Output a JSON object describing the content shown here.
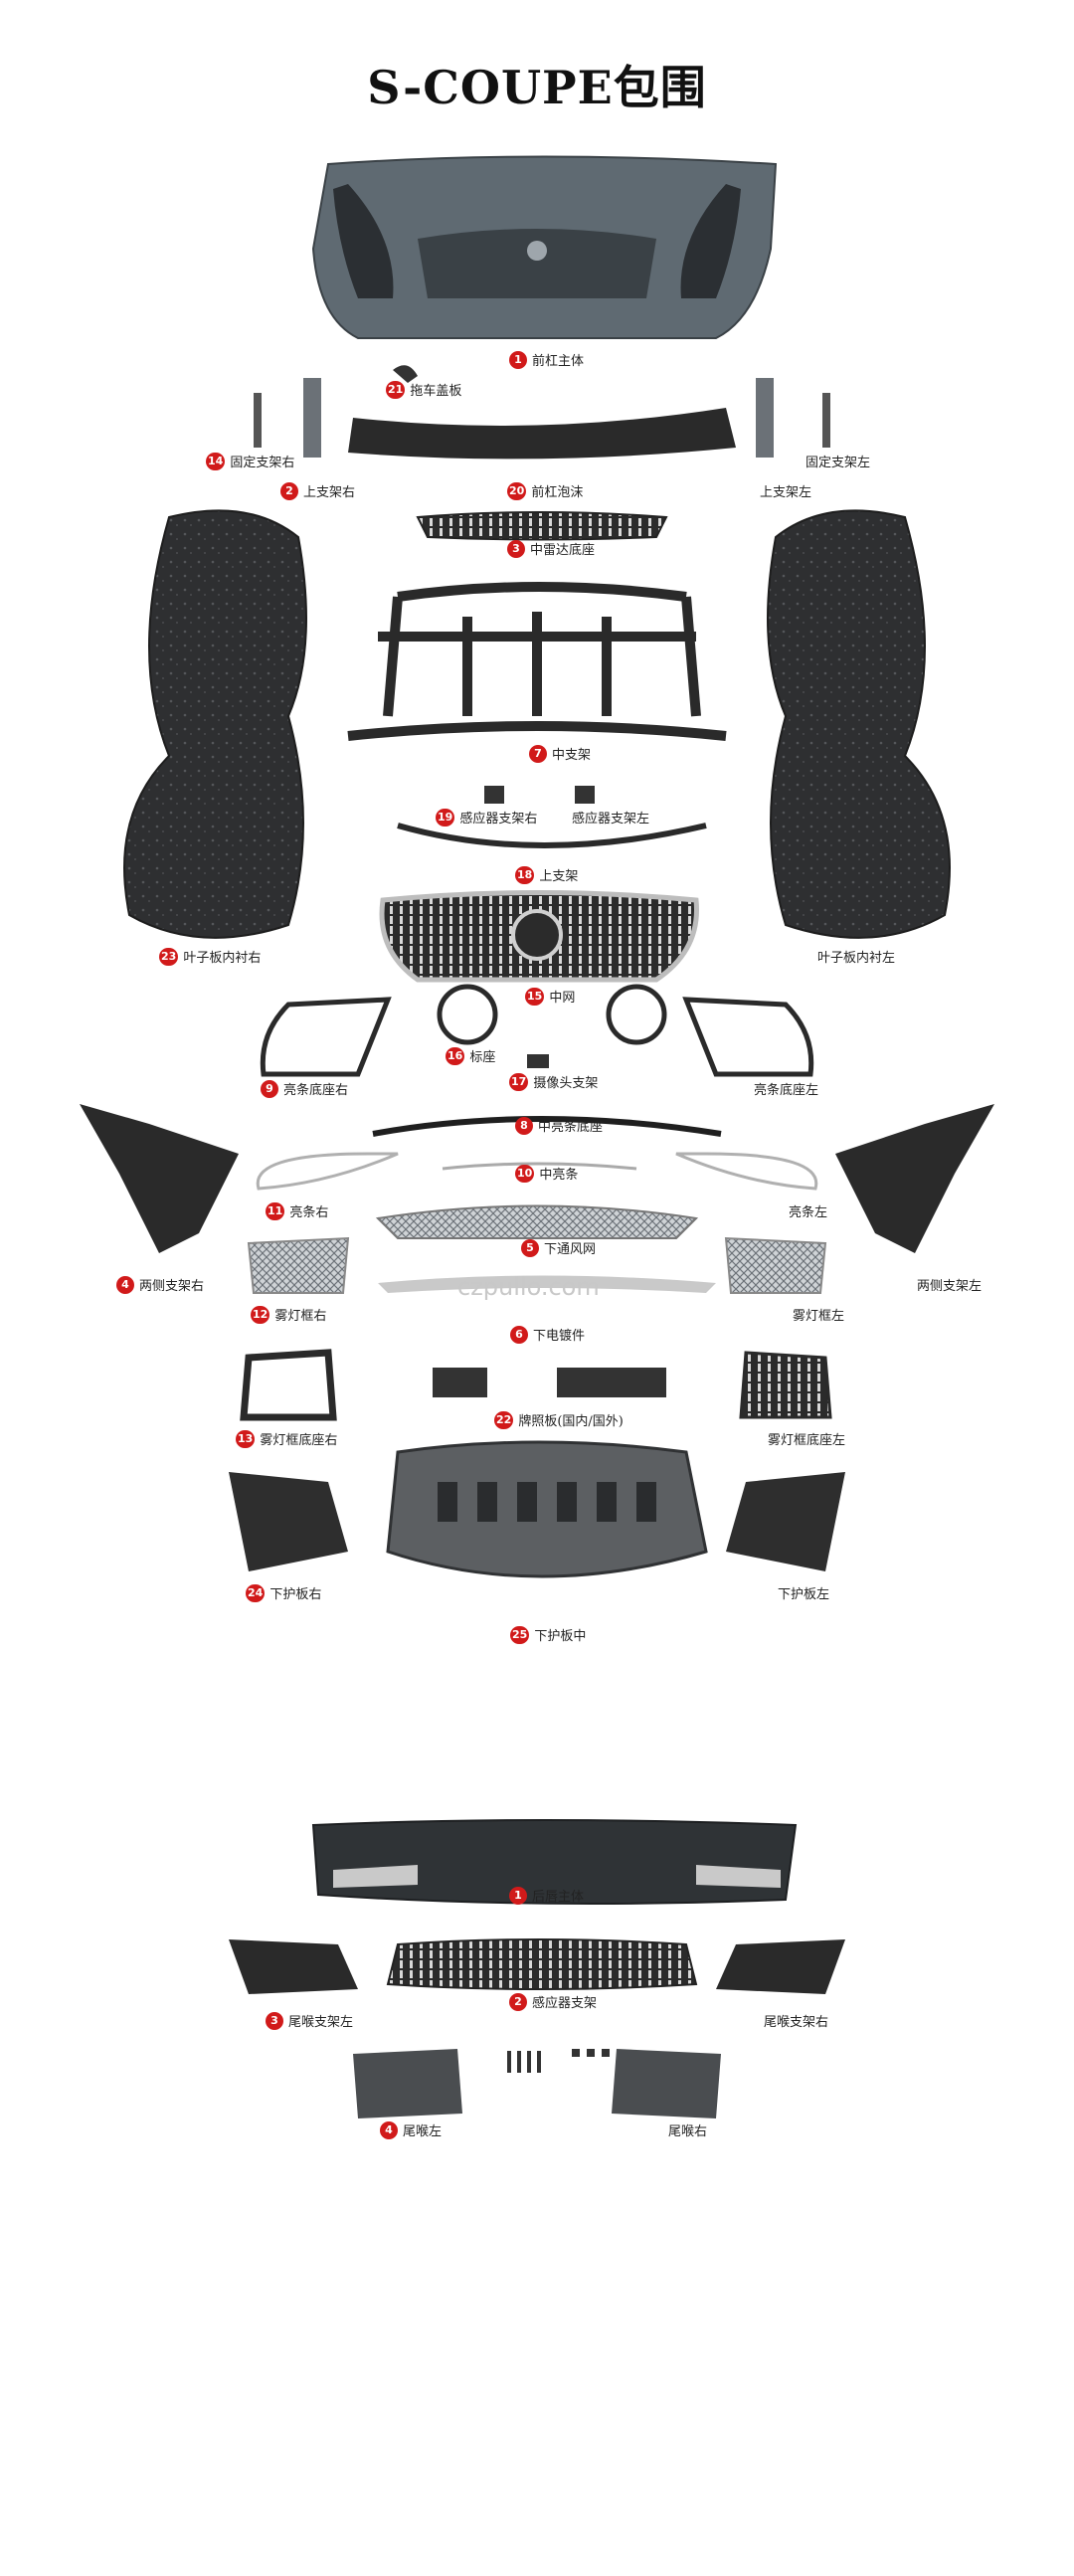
{
  "title": "S-COUPE包围",
  "watermark": "czpullo.com",
  "colors": {
    "badge": "#d11a1a",
    "part_dark": "#2a2a2a",
    "part_grey": "#5f6a72",
    "part_light": "#9ea6ac"
  },
  "front_labels": [
    {
      "num": "1",
      "text": "前杠主体"
    },
    {
      "num": "21",
      "text": "拖车盖板"
    },
    {
      "num": "14",
      "text": "固定支架右"
    },
    {
      "num": "",
      "text": "固定支架左"
    },
    {
      "num": "2",
      "text": "上支架右"
    },
    {
      "num": "20",
      "text": "前杠泡沫"
    },
    {
      "num": "",
      "text": "上支架左"
    },
    {
      "num": "3",
      "text": "中雷达底座"
    },
    {
      "num": "7",
      "text": "中支架"
    },
    {
      "num": "19",
      "text": "感应器支架右"
    },
    {
      "num": "",
      "text": "感应器支架左"
    },
    {
      "num": "18",
      "text": "上支架"
    },
    {
      "num": "23",
      "text": "叶子板内衬右"
    },
    {
      "num": "",
      "text": "叶子板内衬左"
    },
    {
      "num": "15",
      "text": "中网"
    },
    {
      "num": "16",
      "text": "标座"
    },
    {
      "num": "17",
      "text": "摄像头支架"
    },
    {
      "num": "9",
      "text": "亮条底座右"
    },
    {
      "num": "",
      "text": "亮条底座左"
    },
    {
      "num": "8",
      "text": "中亮条底座"
    },
    {
      "num": "10",
      "text": "中亮条"
    },
    {
      "num": "11",
      "text": "亮条右"
    },
    {
      "num": "",
      "text": "亮条左"
    },
    {
      "num": "4",
      "text": "两侧支架右"
    },
    {
      "num": "5",
      "text": "下通风网"
    },
    {
      "num": "",
      "text": "两侧支架左"
    },
    {
      "num": "12",
      "text": "雾灯框右"
    },
    {
      "num": "",
      "text": "雾灯框左"
    },
    {
      "num": "6",
      "text": "下电镀件"
    },
    {
      "num": "13",
      "text": "雾灯框底座右"
    },
    {
      "num": "22",
      "text": "牌照板(国内/国外)"
    },
    {
      "num": "",
      "text": "雾灯框底座左"
    },
    {
      "num": "24",
      "text": "下护板右"
    },
    {
      "num": "",
      "text": "下护板左"
    },
    {
      "num": "25",
      "text": "下护板中"
    }
  ],
  "rear_labels": [
    {
      "num": "1",
      "text": "后唇主体"
    },
    {
      "num": "3",
      "text": "尾喉支架左"
    },
    {
      "num": "2",
      "text": "感应器支架"
    },
    {
      "num": "",
      "text": "尾喉支架右"
    },
    {
      "num": "4",
      "text": "尾喉左"
    },
    {
      "num": "",
      "text": "尾喉右"
    }
  ]
}
